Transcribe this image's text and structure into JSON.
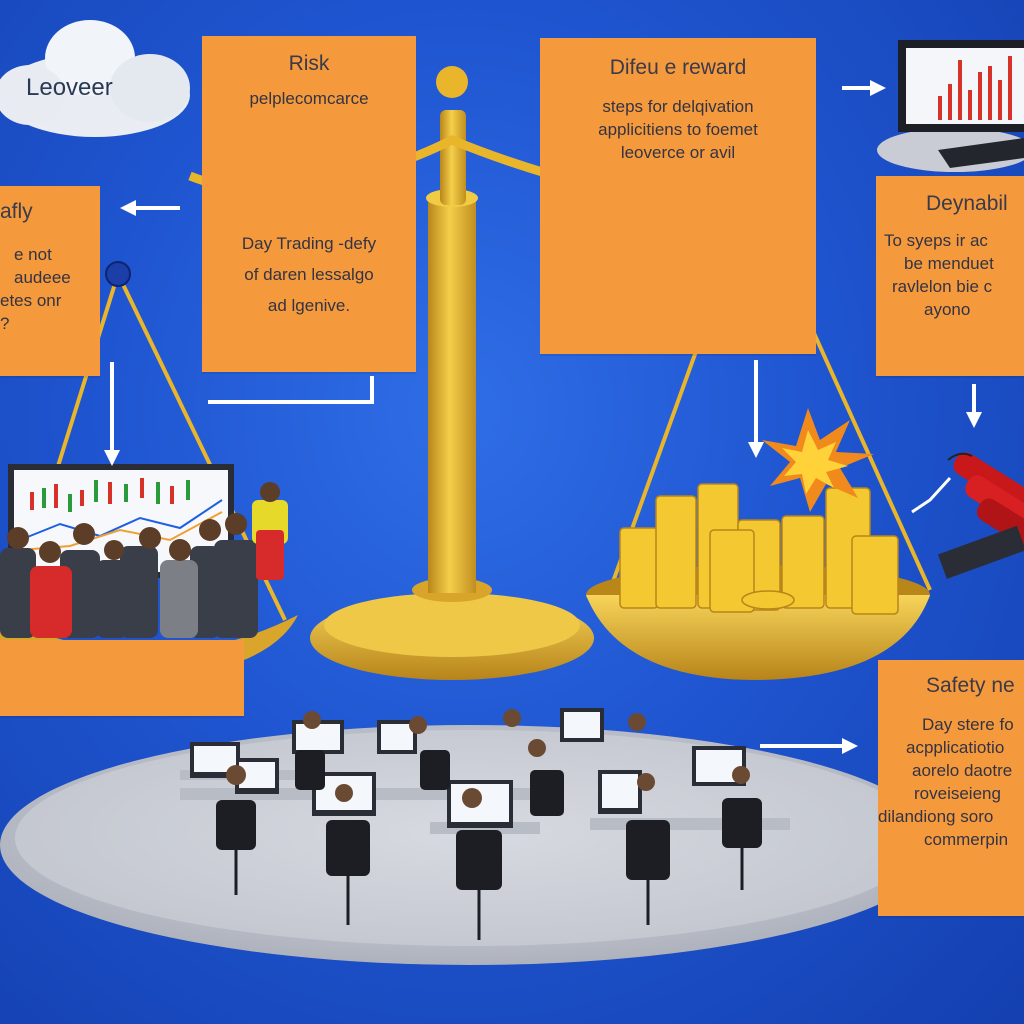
{
  "cloud": {
    "label": "Leoveer"
  },
  "boxes": {
    "risk": {
      "title": "Risk",
      "subtitle": "pelplecomcarce",
      "body": [
        "Day Trading -defy",
        "of daren lessalgo",
        "ad lgenive."
      ]
    },
    "reward": {
      "title": "Difeu e reward",
      "body": [
        "steps for delqivation",
        "applicitiens to foemet",
        "leoverce or avil"
      ]
    },
    "left": {
      "title": "afly",
      "body": [
        "e not",
        "audeee",
        "etes onr",
        "?"
      ]
    },
    "right_top": {
      "title": "Deynabil",
      "body": [
        "To syeps ir ac",
        "be menduet",
        "ravlelon bie c",
        "ayono"
      ]
    },
    "right_bottom": {
      "title": "Safety ne",
      "body": [
        "Day stere fo",
        "acpplicatiotio",
        "aorelo daotre",
        "roveiseieng",
        "dilandiong soro",
        "commerpin"
      ]
    }
  },
  "colors": {
    "background": "#1f55d0",
    "box": "#f59a3c",
    "gold": "#e9b52a",
    "platform": "#c9ccd4"
  },
  "icons": [
    "cloud-icon",
    "balance-scale-icon",
    "monitor-chart-icon",
    "laptop-chart-icon",
    "explosion-icon",
    "dynamite-icon",
    "coin-stacks-icon",
    "arrow-icon"
  ]
}
